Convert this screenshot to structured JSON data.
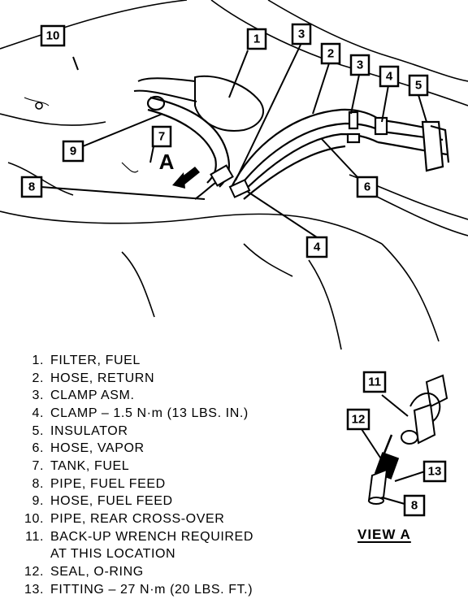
{
  "callouts": {
    "c1": "1",
    "c2": "2",
    "c3a": "3",
    "c3b": "3",
    "c4a": "4",
    "c4b": "4",
    "c5": "5",
    "c6": "6",
    "c7": "7",
    "c8a": "8",
    "c8b": "8",
    "c9": "9",
    "c10": "10",
    "c11": "11",
    "c12": "12",
    "c13": "13"
  },
  "view_marker": "A",
  "view_title": "VIEW A",
  "legend": [
    {
      "num": "1.",
      "text": "FILTER, FUEL"
    },
    {
      "num": "2.",
      "text": "HOSE, RETURN"
    },
    {
      "num": "3.",
      "text": "CLAMP ASM."
    },
    {
      "num": "4.",
      "text": "CLAMP – 1.5 N·m (13 LBS. IN.)"
    },
    {
      "num": "5.",
      "text": "INSULATOR"
    },
    {
      "num": "6.",
      "text": "HOSE, VAPOR"
    },
    {
      "num": "7.",
      "text": "TANK, FUEL"
    },
    {
      "num": "8.",
      "text": "PIPE, FUEL FEED"
    },
    {
      "num": "9.",
      "text": "HOSE, FUEL FEED"
    },
    {
      "num": "10.",
      "text": "PIPE, REAR CROSS-OVER"
    },
    {
      "num": "11.",
      "text": "BACK-UP WRENCH REQUIRED"
    },
    {
      "num": "",
      "text": "AT THIS LOCATION"
    },
    {
      "num": "12.",
      "text": "SEAL, O-RING"
    },
    {
      "num": "13.",
      "text": "FITTING – 27 N·m (20 LBS. FT.)"
    }
  ]
}
